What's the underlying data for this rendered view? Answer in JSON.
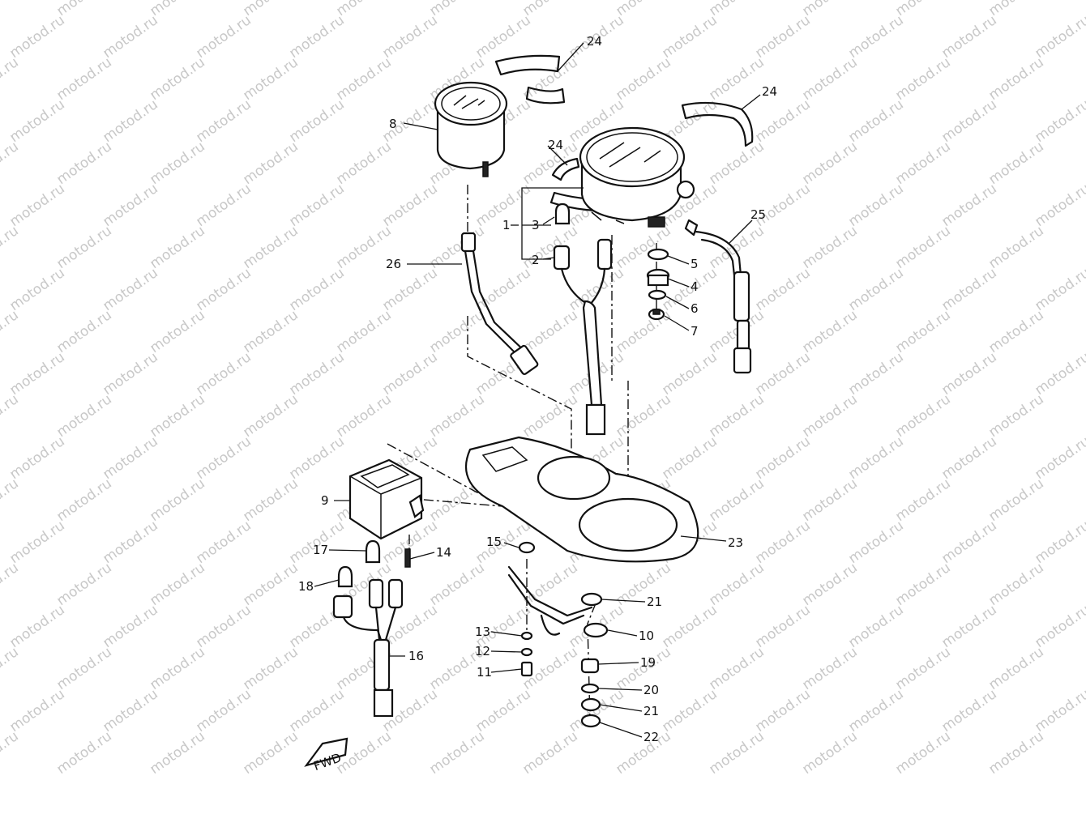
{
  "watermark": {
    "text": "motod.ru"
  },
  "fwd_label": "FWD",
  "callouts": [
    {
      "id": "c24a",
      "text": "24"
    },
    {
      "id": "c24b",
      "text": "24"
    },
    {
      "id": "c24c",
      "text": "24"
    },
    {
      "id": "c8",
      "text": "8"
    },
    {
      "id": "c25",
      "text": "25"
    },
    {
      "id": "c1",
      "text": "1"
    },
    {
      "id": "c3",
      "text": "3"
    },
    {
      "id": "c2",
      "text": "2"
    },
    {
      "id": "c26",
      "text": "26"
    },
    {
      "id": "c5",
      "text": "5"
    },
    {
      "id": "c4",
      "text": "4"
    },
    {
      "id": "c6",
      "text": "6"
    },
    {
      "id": "c7",
      "text": "7"
    },
    {
      "id": "c9",
      "text": "9"
    },
    {
      "id": "c23",
      "text": "23"
    },
    {
      "id": "c15",
      "text": "15"
    },
    {
      "id": "c17",
      "text": "17"
    },
    {
      "id": "c14",
      "text": "14"
    },
    {
      "id": "c18",
      "text": "18"
    },
    {
      "id": "c21a",
      "text": "21"
    },
    {
      "id": "c10",
      "text": "10"
    },
    {
      "id": "c13",
      "text": "13"
    },
    {
      "id": "c12",
      "text": "12"
    },
    {
      "id": "c19",
      "text": "19"
    },
    {
      "id": "c16",
      "text": "16"
    },
    {
      "id": "c11",
      "text": "11"
    },
    {
      "id": "c20",
      "text": "20"
    },
    {
      "id": "c21b",
      "text": "21"
    },
    {
      "id": "c22",
      "text": "22"
    }
  ]
}
